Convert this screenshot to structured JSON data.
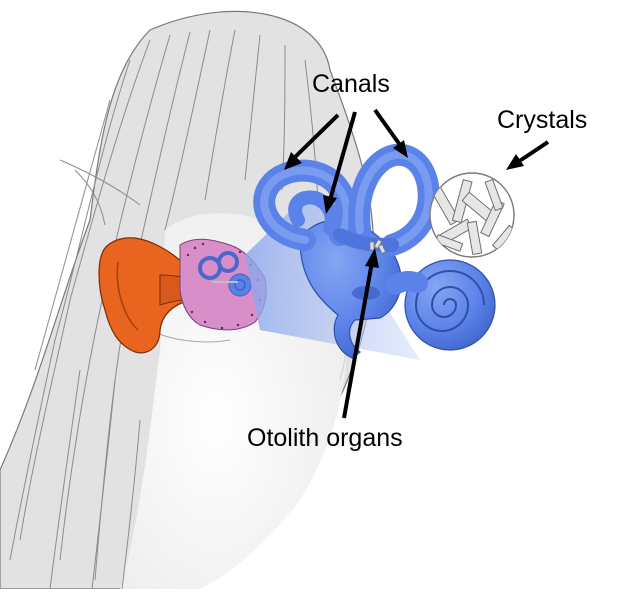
{
  "diagram": {
    "labels": {
      "canals": "Canals",
      "crystals": "Crystals",
      "otolith": "Otolith organs"
    },
    "colors": {
      "inner_ear_blue": "#5b82e8",
      "inner_ear_shadow": "#3e63c8",
      "outer_ear_orange": "#e8641f",
      "middle_ear_pink": "#d88ec8",
      "projection_blue": "#9bb3ee",
      "hair_gray": "#d9d9d9",
      "crystal_gray": "#bfbfbf"
    },
    "icons": [
      "head-silhouette-icon",
      "ear-icon",
      "cochlea-icon",
      "crystal-magnifier-icon"
    ]
  }
}
